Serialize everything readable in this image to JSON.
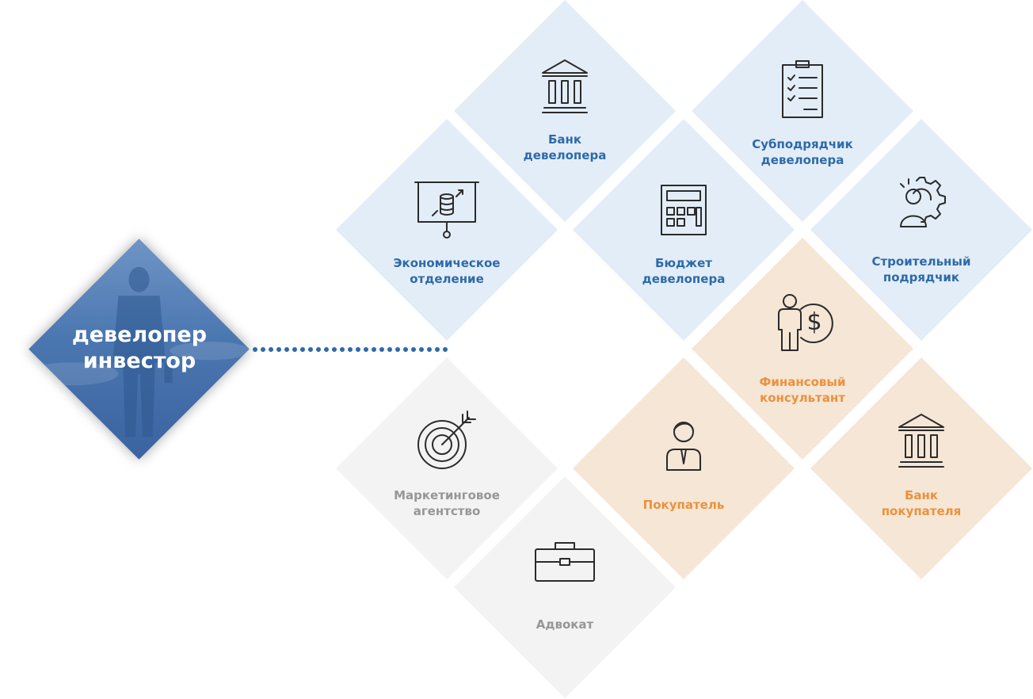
{
  "hero": {
    "title": "девелопер\nинвестор"
  },
  "nodes": {
    "bank_developer": {
      "label": "Банк\nдевелопера",
      "icon": "bank-icon"
    },
    "subcontractor": {
      "label": "Субподрядчик\nдевелопера",
      "icon": "clipboard-icon"
    },
    "economic_department": {
      "label": "Экономическое\nотделение",
      "icon": "presentation-board-icon"
    },
    "budget": {
      "label": "Бюджет\nдевелопера",
      "icon": "calculator-icon"
    },
    "construction_contractor": {
      "label": "Строительный\nподрядчик",
      "icon": "gear-person-icon"
    },
    "financial_consultant": {
      "label": "Финансовый\nконсультант",
      "icon": "person-dollar-icon"
    },
    "marketing_agency": {
      "label": "Маркетинговое\nагентство",
      "icon": "target-icon"
    },
    "buyer": {
      "label": "Покупатель",
      "icon": "businessman-icon"
    },
    "buyer_bank": {
      "label": "Банк\nпокупателя",
      "icon": "bank-icon"
    },
    "lawyer": {
      "label": "Адвокат",
      "icon": "briefcase-icon"
    }
  },
  "colors": {
    "blue_tile": "#e3edf8",
    "orange_tile": "#f5e6d6",
    "gray_tile": "#f3f3f3",
    "blue_text": "#2d6aa8",
    "orange_text": "#ec913b",
    "gray_text": "#969696",
    "connector": "#2d6aa8"
  }
}
